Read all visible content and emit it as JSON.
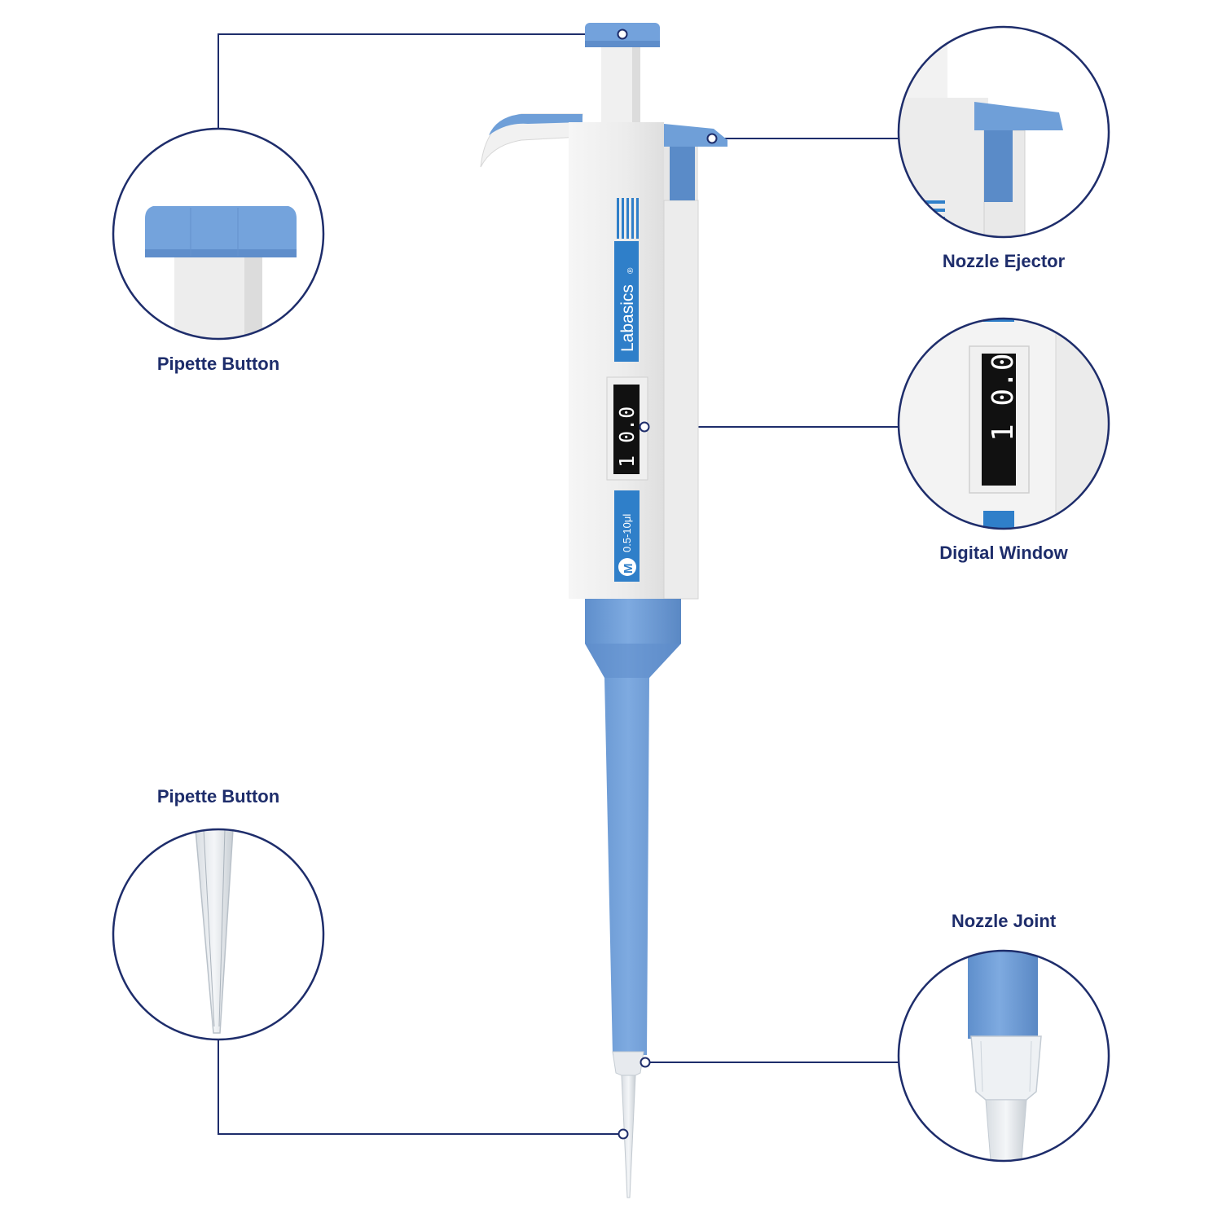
{
  "colors": {
    "accent": "#1e2d6b",
    "body": "#ebebeb",
    "blue": "#6f9fd8",
    "blue_dark": "#4a7fc4",
    "label_blue": "#2f7fc9",
    "window": "#111111",
    "line": "#1e2d6b"
  },
  "device": {
    "brand": "Labasics",
    "brand_mark": "®",
    "display_value": "1 0.0",
    "range_badge": "M",
    "range_text": "0.5-10μl"
  },
  "callouts": {
    "pipette_button_top": {
      "label": "Pipette Button",
      "icon": "pipette-button-closeup"
    },
    "nozzle_ejector": {
      "label": "Nozzle Ejector",
      "icon": "nozzle-ejector-closeup"
    },
    "digital_window": {
      "label": "Digital Window",
      "icon": "digital-window-closeup",
      "value": "1 0.0"
    },
    "pipette_button_bottom": {
      "label": "Pipette Button",
      "icon": "pipette-tip-closeup"
    },
    "nozzle_joint": {
      "label": "Nozzle Joint",
      "icon": "nozzle-joint-closeup"
    }
  }
}
